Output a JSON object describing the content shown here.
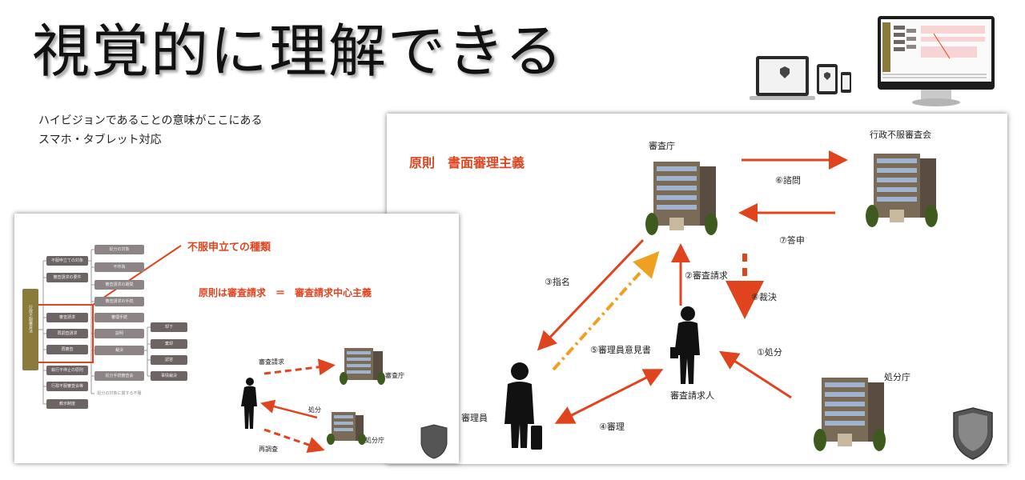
{
  "headline": "視覚的に理解できる",
  "subtitles": [
    "ハイビジョンであることの意味がここにある",
    "スマホ・タブレット対応"
  ],
  "right_slide": {
    "title": "原則　書面審理主義",
    "labels": {
      "shinsacho": "審査庁",
      "fufuku_kai": "行政不服審査会",
      "shomon": "⑥諮問",
      "toshin": "⑦答申",
      "shimei": "③指名",
      "shinsa_seikyu": "②審査請求",
      "saiketsu": "⑧裁決",
      "ikensho": "⑤審理員意見書",
      "shobun": "①処分",
      "seikyunin": "審査請求人",
      "shobuncho": "処分庁",
      "shinriin": "審理員",
      "shinri": "④審理"
    }
  },
  "left_slide": {
    "callout": "不服申立ての種類",
    "principle": "原則は審査請求　＝　審査請求中心主義",
    "root_label": "行政不服審査法",
    "col1": [
      "不服申立ての対象",
      "審査請求の要件",
      "審査請求",
      "再調査請求",
      "再審査",
      "執行不停止の原則",
      "行政不服審査会等",
      "教示制度"
    ],
    "col2": [
      "処分の対象",
      "不作為",
      "審査請求の期間",
      "審査請求の手続",
      "審理手続",
      "説明",
      "裁決",
      "処分手続審査会",
      "処分の対象に関する不服"
    ],
    "col3": [
      "却下",
      "棄却",
      "認容",
      "事情裁決"
    ],
    "diagram": {
      "shinsa_seikyu": "審査請求",
      "shinsacho": "審査庁",
      "shobun": "処分",
      "shobuncho": "処分庁",
      "saichosa": "再調査"
    }
  },
  "colors": {
    "accent_red": "#e0441f",
    "arrow_orange": "#f0a020",
    "node_brown": "#8a7a3c",
    "node_gray": "#6d6464"
  }
}
